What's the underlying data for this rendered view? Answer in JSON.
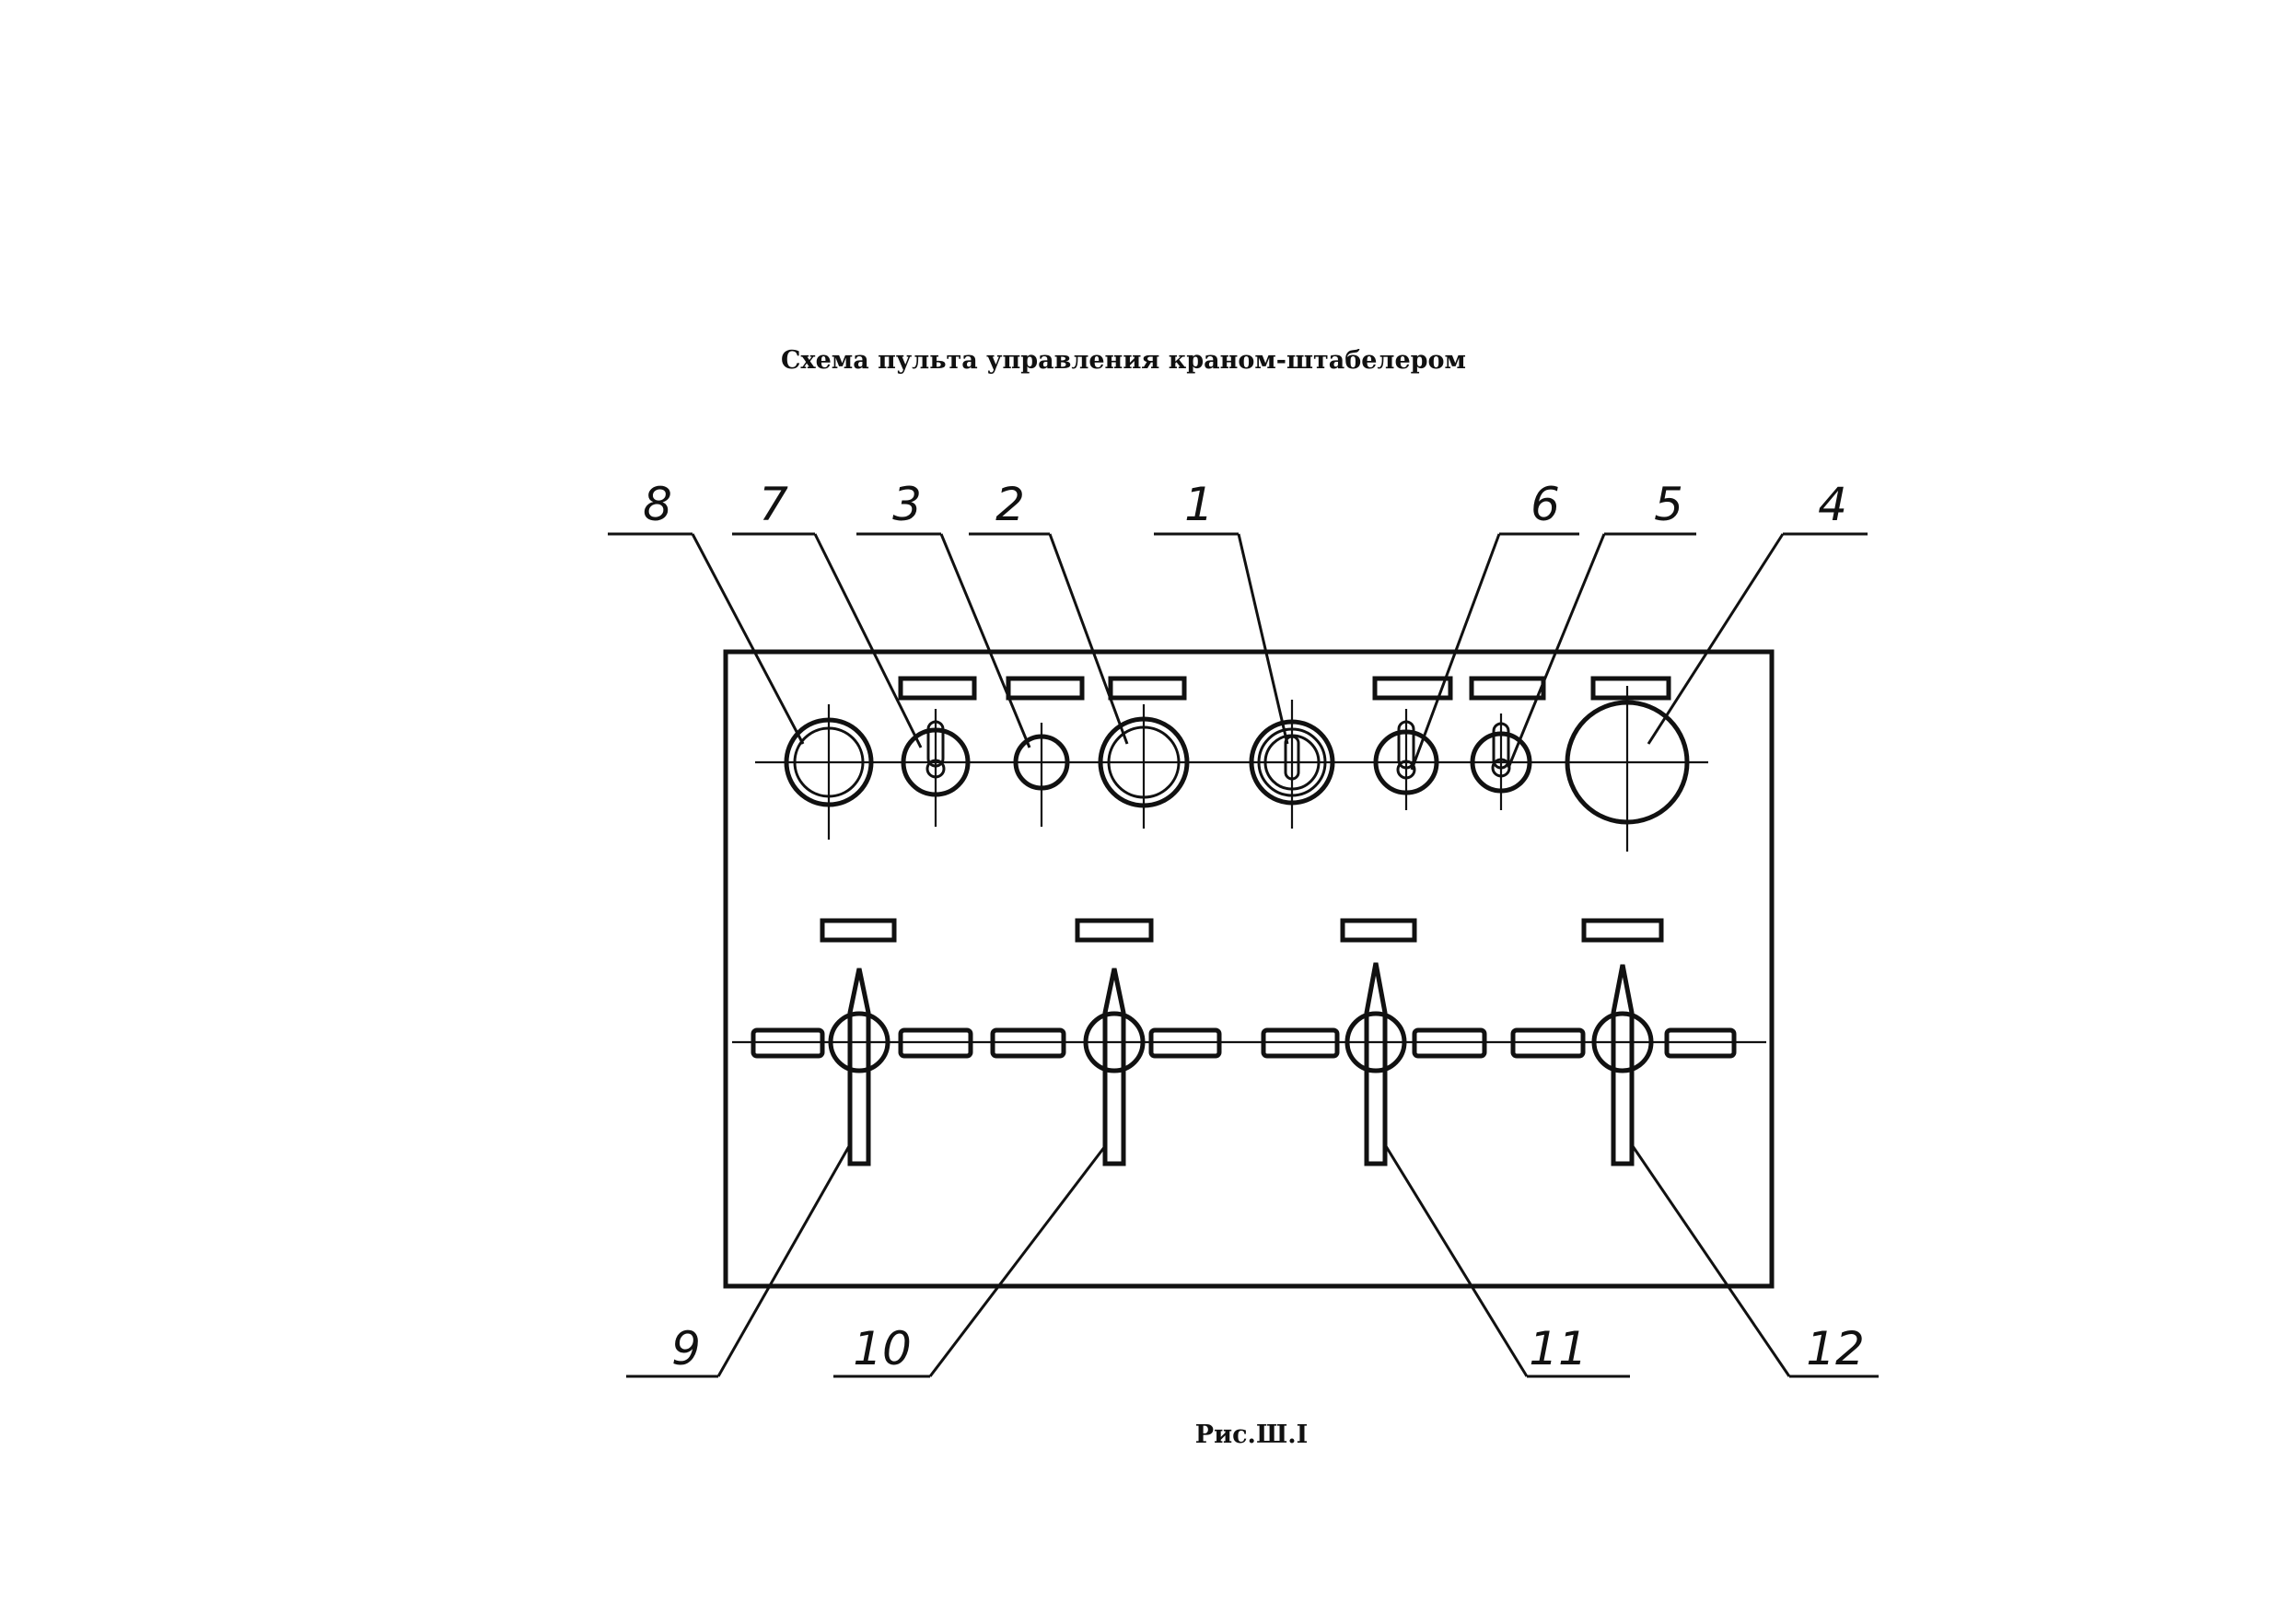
{
  "title": "Схема пульта управления краном-штабелером",
  "caption": "Рис.Ш.I",
  "callouts": {
    "c1": "1",
    "c2": "2",
    "c3": "3",
    "c4": "4",
    "c5": "5",
    "c6": "6",
    "c7": "7",
    "c8": "8",
    "c9": "9",
    "c10": "10",
    "c11": "11",
    "c12": "12"
  },
  "components": {
    "top_row": [
      {
        "number": "8",
        "kind": "ring-button"
      },
      {
        "number": "7",
        "kind": "key-switch"
      },
      {
        "number": "3",
        "kind": "small-button"
      },
      {
        "number": "2",
        "kind": "ring-button"
      },
      {
        "number": "1",
        "kind": "key-lock"
      },
      {
        "number": "6",
        "kind": "key-switch"
      },
      {
        "number": "5",
        "kind": "key-switch"
      },
      {
        "number": "4",
        "kind": "large-button"
      }
    ],
    "lever_row": [
      {
        "number": "9",
        "kind": "lever-controller"
      },
      {
        "number": "10",
        "kind": "lever-controller"
      },
      {
        "number": "11",
        "kind": "lever-controller"
      },
      {
        "number": "12",
        "kind": "lever-controller"
      }
    ]
  }
}
